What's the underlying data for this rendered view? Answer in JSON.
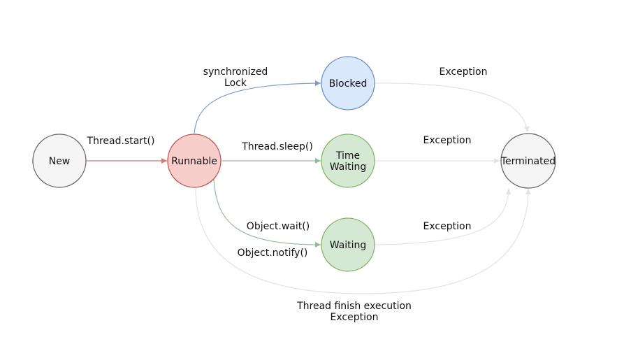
{
  "colors": {
    "gray_fill": "#f5f5f5",
    "gray_stroke": "#666666",
    "red_fill": "#f8cecc",
    "red_stroke": "#b85450",
    "blue_fill": "#dae8fc",
    "blue_stroke": "#6c8ebf",
    "green_fill": "#d5e8d4",
    "green_stroke": "#82b366",
    "light_edge": "#e2e2e2",
    "green_edge": "#8fbc9a",
    "blue_edge": "#7c9fd0",
    "red_edge": "#d87a73"
  },
  "nodes": {
    "new": {
      "label": "New"
    },
    "runnable": {
      "label": "Runnable"
    },
    "blocked": {
      "label": "Blocked"
    },
    "time_waiting": {
      "line1": "Time",
      "line2": "Waiting"
    },
    "waiting": {
      "label": "Waiting"
    },
    "terminated": {
      "label": "Terminated"
    }
  },
  "edges": {
    "start": "Thread.start()",
    "synchronized_line1": "synchronized",
    "synchronized_line2": "Lock",
    "sleep": "Thread.sleep()",
    "wait": "Object.wait()",
    "notify": "Object.notify()",
    "exception_blocked": "Exception",
    "exception_time_waiting": "Exception",
    "exception_waiting": "Exception",
    "finish_line1": "Thread finish execution",
    "finish_line2": "Exception"
  }
}
